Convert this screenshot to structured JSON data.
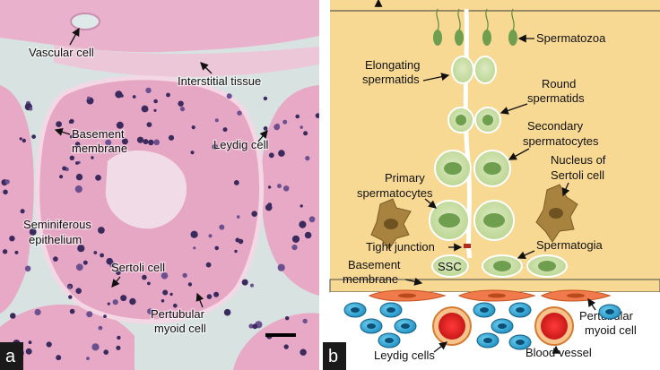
{
  "panel_a": {
    "letter": "a",
    "labels": {
      "vascular": "Vascular cell",
      "interstitial": "Interstitial tissue",
      "basement_l1": "Basement",
      "basement_l2": "membrane",
      "leydig": "Leydig cell",
      "semin_l1": "Seminiferous",
      "semin_l2": "epithelium",
      "sertoli": "Sertoli cell",
      "myoid_l1": "Pertubular",
      "myoid_l2": "myoid cell"
    },
    "colors": {
      "background": "#d9e4e2",
      "tissue": "#e7a9c6",
      "nucleus": "#3b2a5e"
    }
  },
  "panel_b": {
    "letter": "b",
    "labels": {
      "spermatozoa": "Spermatozoa",
      "elong_l1": "Elongating",
      "elong_l2": "spermatids",
      "round_l1": "Round",
      "round_l2": "spermatids",
      "secondary_l1": "Secondary",
      "secondary_l2": "spermatocytes",
      "nucleus_l1": "Nucleus of",
      "nucleus_l2": "Sertoli cell",
      "primary_l1": "Primary",
      "primary_l2": "spermatocytes",
      "tight": "Tight junction",
      "spermatogia": "Spermatogia",
      "ssc": "SSC",
      "basement_l1": "Basement",
      "basement_l2": "membrane",
      "myoid_l1": "Pertubular",
      "myoid_l2": "myoid cell",
      "leydig": "Leydig cells",
      "blood": "Blood vessel"
    },
    "colors": {
      "sertoli": "#f8d993",
      "germ_cell": "#c9dea4",
      "germ_nucleus": "#6f9e4e",
      "sertoli_nucleus": "#9c7a3c",
      "myoid": "#f07a4b",
      "leydig": "#2fa7d6",
      "blood_cell": "#e12b2b",
      "tight_junction": "#b52b1f"
    }
  }
}
